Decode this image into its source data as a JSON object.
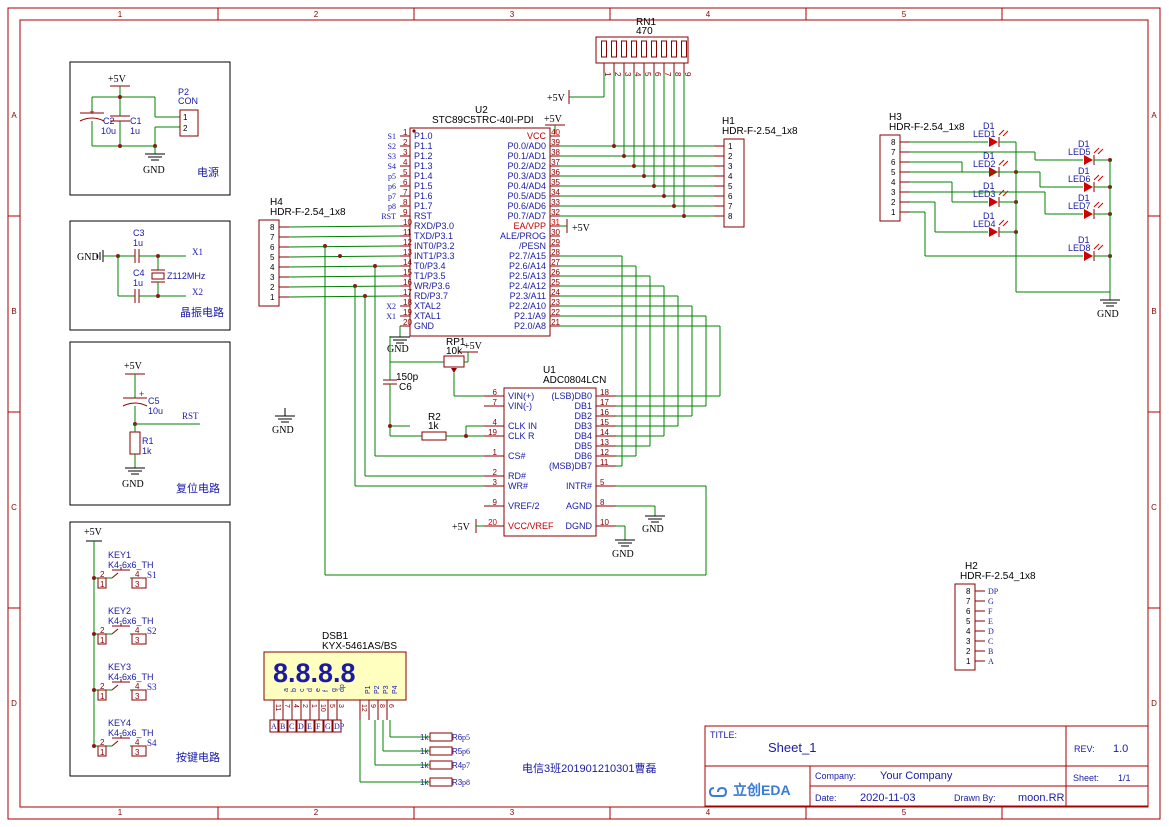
{
  "frame": {
    "col_labels": [
      "1",
      "2",
      "3",
      "4",
      "5"
    ],
    "row_labels": [
      "A",
      "B",
      "C",
      "D"
    ]
  },
  "power": {
    "title": "电源",
    "vcc": "+5V",
    "gnd": "GND",
    "c2": {
      "ref": "C2",
      "value": "10u"
    },
    "c1": {
      "ref": "C1",
      "value": "1u"
    },
    "p2": {
      "ref": "P2",
      "value": "CON",
      "pins": [
        "1",
        "2"
      ]
    }
  },
  "crystal": {
    "title": "晶振电路",
    "gnd": "GND",
    "c3": {
      "ref": "C3",
      "value": "1u"
    },
    "c4": {
      "ref": "C4",
      "value": "1u"
    },
    "xtal": "Z112MHz",
    "x1": "X1",
    "x2": "X2"
  },
  "reset": {
    "title": "复位电路",
    "vcc": "+5V",
    "c5": {
      "ref": "C5",
      "value": "10u"
    },
    "r1": {
      "ref": "R1",
      "value": "1k"
    },
    "rst": "RST",
    "gnd": "GND"
  },
  "keys": {
    "title": "按键电路",
    "vcc": "+5V",
    "items": [
      {
        "ref": "KEY1",
        "fp": "K4-6x6_TH",
        "net": "S1"
      },
      {
        "ref": "KEY2",
        "fp": "K4-6x6_TH",
        "net": "S2"
      },
      {
        "ref": "KEY3",
        "fp": "K4-6x6_TH",
        "net": "S3"
      },
      {
        "ref": "KEY4",
        "fp": "K4-6x6_TH",
        "net": "S4"
      }
    ]
  },
  "mcu": {
    "ref": "U2",
    "part": "STC89C5TRC-40I-PDI",
    "vcc": "+5V",
    "left_pins": [
      {
        "num": "1",
        "name": "P1.0",
        "net": "S1"
      },
      {
        "num": "2",
        "name": "P1.1",
        "net": "S2"
      },
      {
        "num": "3",
        "name": "P1.2",
        "net": "S3"
      },
      {
        "num": "4",
        "name": "P1.3",
        "net": "S4"
      },
      {
        "num": "5",
        "name": "P1.4",
        "net": "p5"
      },
      {
        "num": "6",
        "name": "P1.5",
        "net": "p6"
      },
      {
        "num": "7",
        "name": "P1.6",
        "net": "p7"
      },
      {
        "num": "8",
        "name": "P1.7",
        "net": "p8"
      },
      {
        "num": "9",
        "name": "RST",
        "net": "RST"
      },
      {
        "num": "10",
        "name": "RXD/P3.0",
        "net": ""
      },
      {
        "num": "11",
        "name": "TXD/P3.1",
        "net": ""
      },
      {
        "num": "12",
        "name": "INT0/P3.2",
        "net": ""
      },
      {
        "num": "13",
        "name": "INT1/P3.3",
        "net": ""
      },
      {
        "num": "14",
        "name": "T0/P3.4",
        "net": ""
      },
      {
        "num": "15",
        "name": "T1/P3.5",
        "net": ""
      },
      {
        "num": "16",
        "name": "WR/P3.6",
        "net": ""
      },
      {
        "num": "17",
        "name": "RD/P3.7",
        "net": ""
      },
      {
        "num": "18",
        "name": "XTAL2",
        "net": "X2"
      },
      {
        "num": "19",
        "name": "XTAL1",
        "net": "X1"
      },
      {
        "num": "20",
        "name": "GND",
        "net": ""
      }
    ],
    "right_pins": [
      {
        "num": "40",
        "name": "VCC",
        "red": true
      },
      {
        "num": "39",
        "name": "P0.0/AD0"
      },
      {
        "num": "38",
        "name": "P0.1/AD1"
      },
      {
        "num": "37",
        "name": "P0.2/AD2"
      },
      {
        "num": "36",
        "name": "P0.3/AD3"
      },
      {
        "num": "35",
        "name": "P0.4/AD4"
      },
      {
        "num": "34",
        "name": "P0.5/AD5"
      },
      {
        "num": "33",
        "name": "P0.6/AD6"
      },
      {
        "num": "32",
        "name": "P0.7/AD7"
      },
      {
        "num": "31",
        "name": "EA/VPP",
        "red": true
      },
      {
        "num": "30",
        "name": "ALE/PROG"
      },
      {
        "num": "29",
        "name": "/PESN"
      },
      {
        "num": "28",
        "name": "P2.7/A15"
      },
      {
        "num": "27",
        "name": "P2.6/A14"
      },
      {
        "num": "26",
        "name": "P2.5/A13"
      },
      {
        "num": "25",
        "name": "P2.4/A12"
      },
      {
        "num": "24",
        "name": "P2.3/A11"
      },
      {
        "num": "23",
        "name": "P2.2/A10"
      },
      {
        "num": "22",
        "name": "P2.1/A9"
      },
      {
        "num": "21",
        "name": "P2.0/A8"
      }
    ],
    "ea_net": "+5V",
    "gnd": "GND"
  },
  "rn1": {
    "ref": "RN1",
    "value": "470",
    "pins": [
      "1",
      "2",
      "3",
      "4",
      "5",
      "6",
      "7",
      "8",
      "9"
    ],
    "vcc": "+5V"
  },
  "h1": {
    "ref": "H1",
    "part": "HDR-F-2.54_1x8",
    "pins": [
      "1",
      "2",
      "3",
      "4",
      "5",
      "6",
      "7",
      "8"
    ]
  },
  "h4": {
    "ref": "H4",
    "part": "HDR-F-2.54_1x8",
    "pins": [
      "8",
      "7",
      "6",
      "5",
      "4",
      "3",
      "2",
      "1"
    ]
  },
  "h3": {
    "ref": "H3",
    "part": "HDR-F-2.54_1x8",
    "pins": [
      "8",
      "7",
      "6",
      "5",
      "4",
      "3",
      "2",
      "1"
    ]
  },
  "h2": {
    "ref": "H2",
    "part": "HDR-F-2.54_1x8",
    "pins": [
      "8",
      "7",
      "6",
      "5",
      "4",
      "3",
      "2",
      "1"
    ],
    "nets": [
      "DP",
      "G",
      "F",
      "E",
      "D",
      "C",
      "B",
      "A"
    ]
  },
  "leds": {
    "left": [
      {
        "d": "D1",
        "ref": "LED1"
      },
      {
        "d": "D1",
        "ref": "LED2"
      },
      {
        "d": "D1",
        "ref": "LED3"
      },
      {
        "d": "D1",
        "ref": "LED4"
      }
    ],
    "right": [
      {
        "d": "D1",
        "ref": "LED5"
      },
      {
        "d": "D1",
        "ref": "LED6"
      },
      {
        "d": "D1",
        "ref": "LED7"
      },
      {
        "d": "D1",
        "ref": "LED8"
      }
    ],
    "gnd": "GND"
  },
  "adc": {
    "ref": "U1",
    "part": "ADC0804LCN",
    "left_pins": [
      {
        "num": "6",
        "name": "VIN(+)"
      },
      {
        "num": "7",
        "name": "VIN(-)"
      },
      {
        "num": "4",
        "name": "CLK IN"
      },
      {
        "num": "19",
        "name": "CLK R"
      },
      {
        "num": "1",
        "name": "CS#"
      },
      {
        "num": "2",
        "name": "RD#"
      },
      {
        "num": "3",
        "name": "WR#"
      },
      {
        "num": "9",
        "name": "VREF/2"
      },
      {
        "num": "20",
        "name": "VCC/VREF",
        "red": true
      }
    ],
    "right_pins": [
      {
        "num": "18",
        "name": "(LSB)DB0"
      },
      {
        "num": "17",
        "name": "DB1"
      },
      {
        "num": "16",
        "name": "DB2"
      },
      {
        "num": "15",
        "name": "DB3"
      },
      {
        "num": "14",
        "name": "DB4"
      },
      {
        "num": "13",
        "name": "DB5"
      },
      {
        "num": "12",
        "name": "DB6"
      },
      {
        "num": "11",
        "name": "(MSB)DB7"
      },
      {
        "num": "5",
        "name": "INTR#"
      },
      {
        "num": "8",
        "name": "AGND"
      },
      {
        "num": "10",
        "name": "DGND"
      }
    ],
    "vcc": "+5V",
    "gnd_a": "GND",
    "gnd_d": "GND"
  },
  "rp1": {
    "ref": "RP1",
    "value": "10k",
    "vcc": "+5V"
  },
  "c6": {
    "ref": "C6",
    "value": "150p"
  },
  "r2": {
    "ref": "R2",
    "value": "1k"
  },
  "gnd_free": "GND",
  "display": {
    "ref": "DSB1",
    "part": "KYX-5461AS/BS",
    "digits": "8.8.8.8",
    "seg_letters": [
      "a",
      "b",
      "c",
      "d",
      "e",
      "f",
      "g",
      "dp"
    ],
    "dig_labels": [
      "P1",
      "P2",
      "P3",
      "P4"
    ],
    "bottom_pins": [
      "11",
      "7",
      "4",
      "2",
      "1",
      "10",
      "5",
      "3",
      "12",
      "9",
      "8",
      "6"
    ],
    "bottom_nets": [
      "A",
      "B",
      "C",
      "D",
      "E",
      "F",
      "G",
      "DP"
    ]
  },
  "digit_res": [
    {
      "ref": "R6",
      "value": "1k",
      "net": "p5"
    },
    {
      "ref": "R5",
      "value": "1k",
      "net": "p6"
    },
    {
      "ref": "R4",
      "value": "1k",
      "net": "p7"
    },
    {
      "ref": "R3",
      "value": "1k",
      "net": "p8"
    }
  ],
  "author_note": "电信3班201901210301曹磊",
  "title_block": {
    "title_label": "TITLE:",
    "title": "Sheet_1",
    "rev_label": "REV:",
    "rev": "1.0",
    "company_label": "Company:",
    "company": "Your Company",
    "sheet_label": "Sheet:",
    "sheet": "1/1",
    "date_label": "Date:",
    "date": "2020-11-03",
    "drawn_label": "Drawn By:",
    "drawn": "moon.RR",
    "logo_text": "立创EDA"
  }
}
